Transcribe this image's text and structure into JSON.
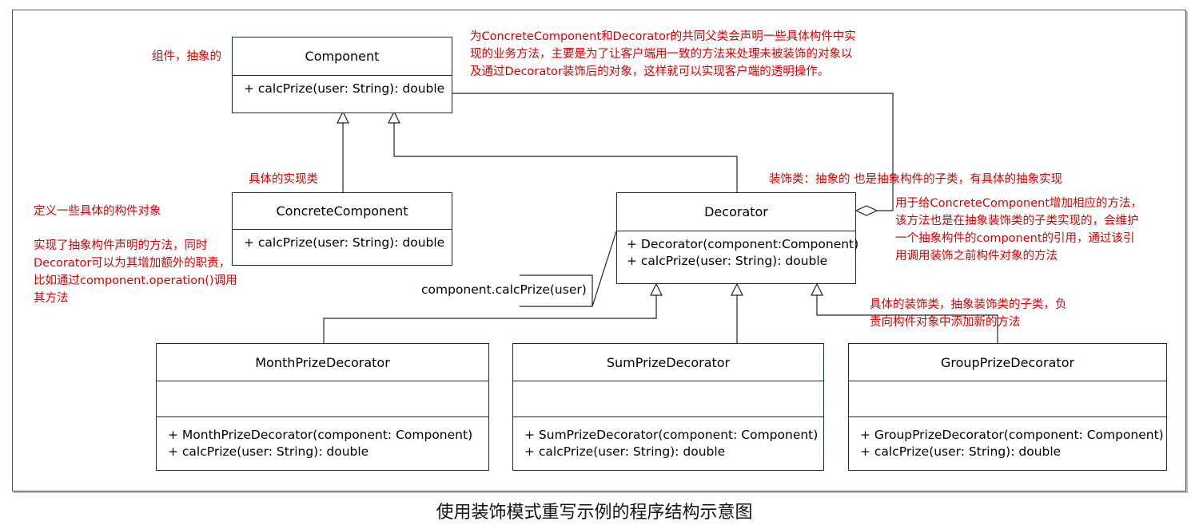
{
  "classes": {
    "component": {
      "name": "Component",
      "ops": [
        "+  calcPrize(user: String): double"
      ]
    },
    "concrete": {
      "name": "ConcreteComponent",
      "ops": [
        "+  calcPrize(user: String): double"
      ]
    },
    "decorator": {
      "name": "Decorator",
      "ops": [
        "+ Decorator(component:Component)",
        "+  calcPrize(user: String): double"
      ]
    },
    "month": {
      "name": "MonthPrizeDecorator",
      "ops": [
        "+ MonthPrizeDecorator(component: Component)",
        "+  calcPrize(user: String): double"
      ]
    },
    "sum": {
      "name": "SumPrizeDecorator",
      "ops": [
        "+ SumPrizeDecorator(component: Component)",
        "+  calcPrize(user: String): double"
      ]
    },
    "group": {
      "name": "GroupPrizeDecorator",
      "ops": [
        "+ GroupPrizeDecorator(component: Component)",
        "+  calcPrize(user: String): double"
      ]
    }
  },
  "callout": "component.calcPrize(user)",
  "notes": {
    "component_label": "组件，抽象的",
    "component_desc": [
      "为ConcreteComponent和Decorator的共同父类会声明一些具体构件中实",
      "现的业务方法，主要是为了让客户端用一致的方法来处理未被装饰的对象以",
      "及通过Decorator装饰后的对象，这样就可以实现客户端的透明操作。"
    ],
    "concrete_label": "具体的实现类",
    "concrete_define": "定义一些具体的构件对象",
    "concrete_desc": [
      "实现了抽象构件声明的方法，同时",
      "Decorator可以为其增加额外的职责，",
      "比如通过component.operation()调用",
      "其方法"
    ],
    "decorator_label": "装饰类：抽象的 也是抽象构件的子类，有具体的抽象实现",
    "decorator_desc": [
      "用于给ConcreteComponent增加相应的方法，",
      "该方法也是在抽象装饰类的子类实现的，会维护",
      "一个抽象构件的component的引用，通过该引",
      "用调用装饰之前构件对象的方法"
    ],
    "subclass_desc": [
      "具体的装饰类，抽象装饰类的子类，负",
      "责向构件对象中添加新的方法"
    ]
  },
  "caption": "使用装饰模式重写示例的程序结构示意图"
}
